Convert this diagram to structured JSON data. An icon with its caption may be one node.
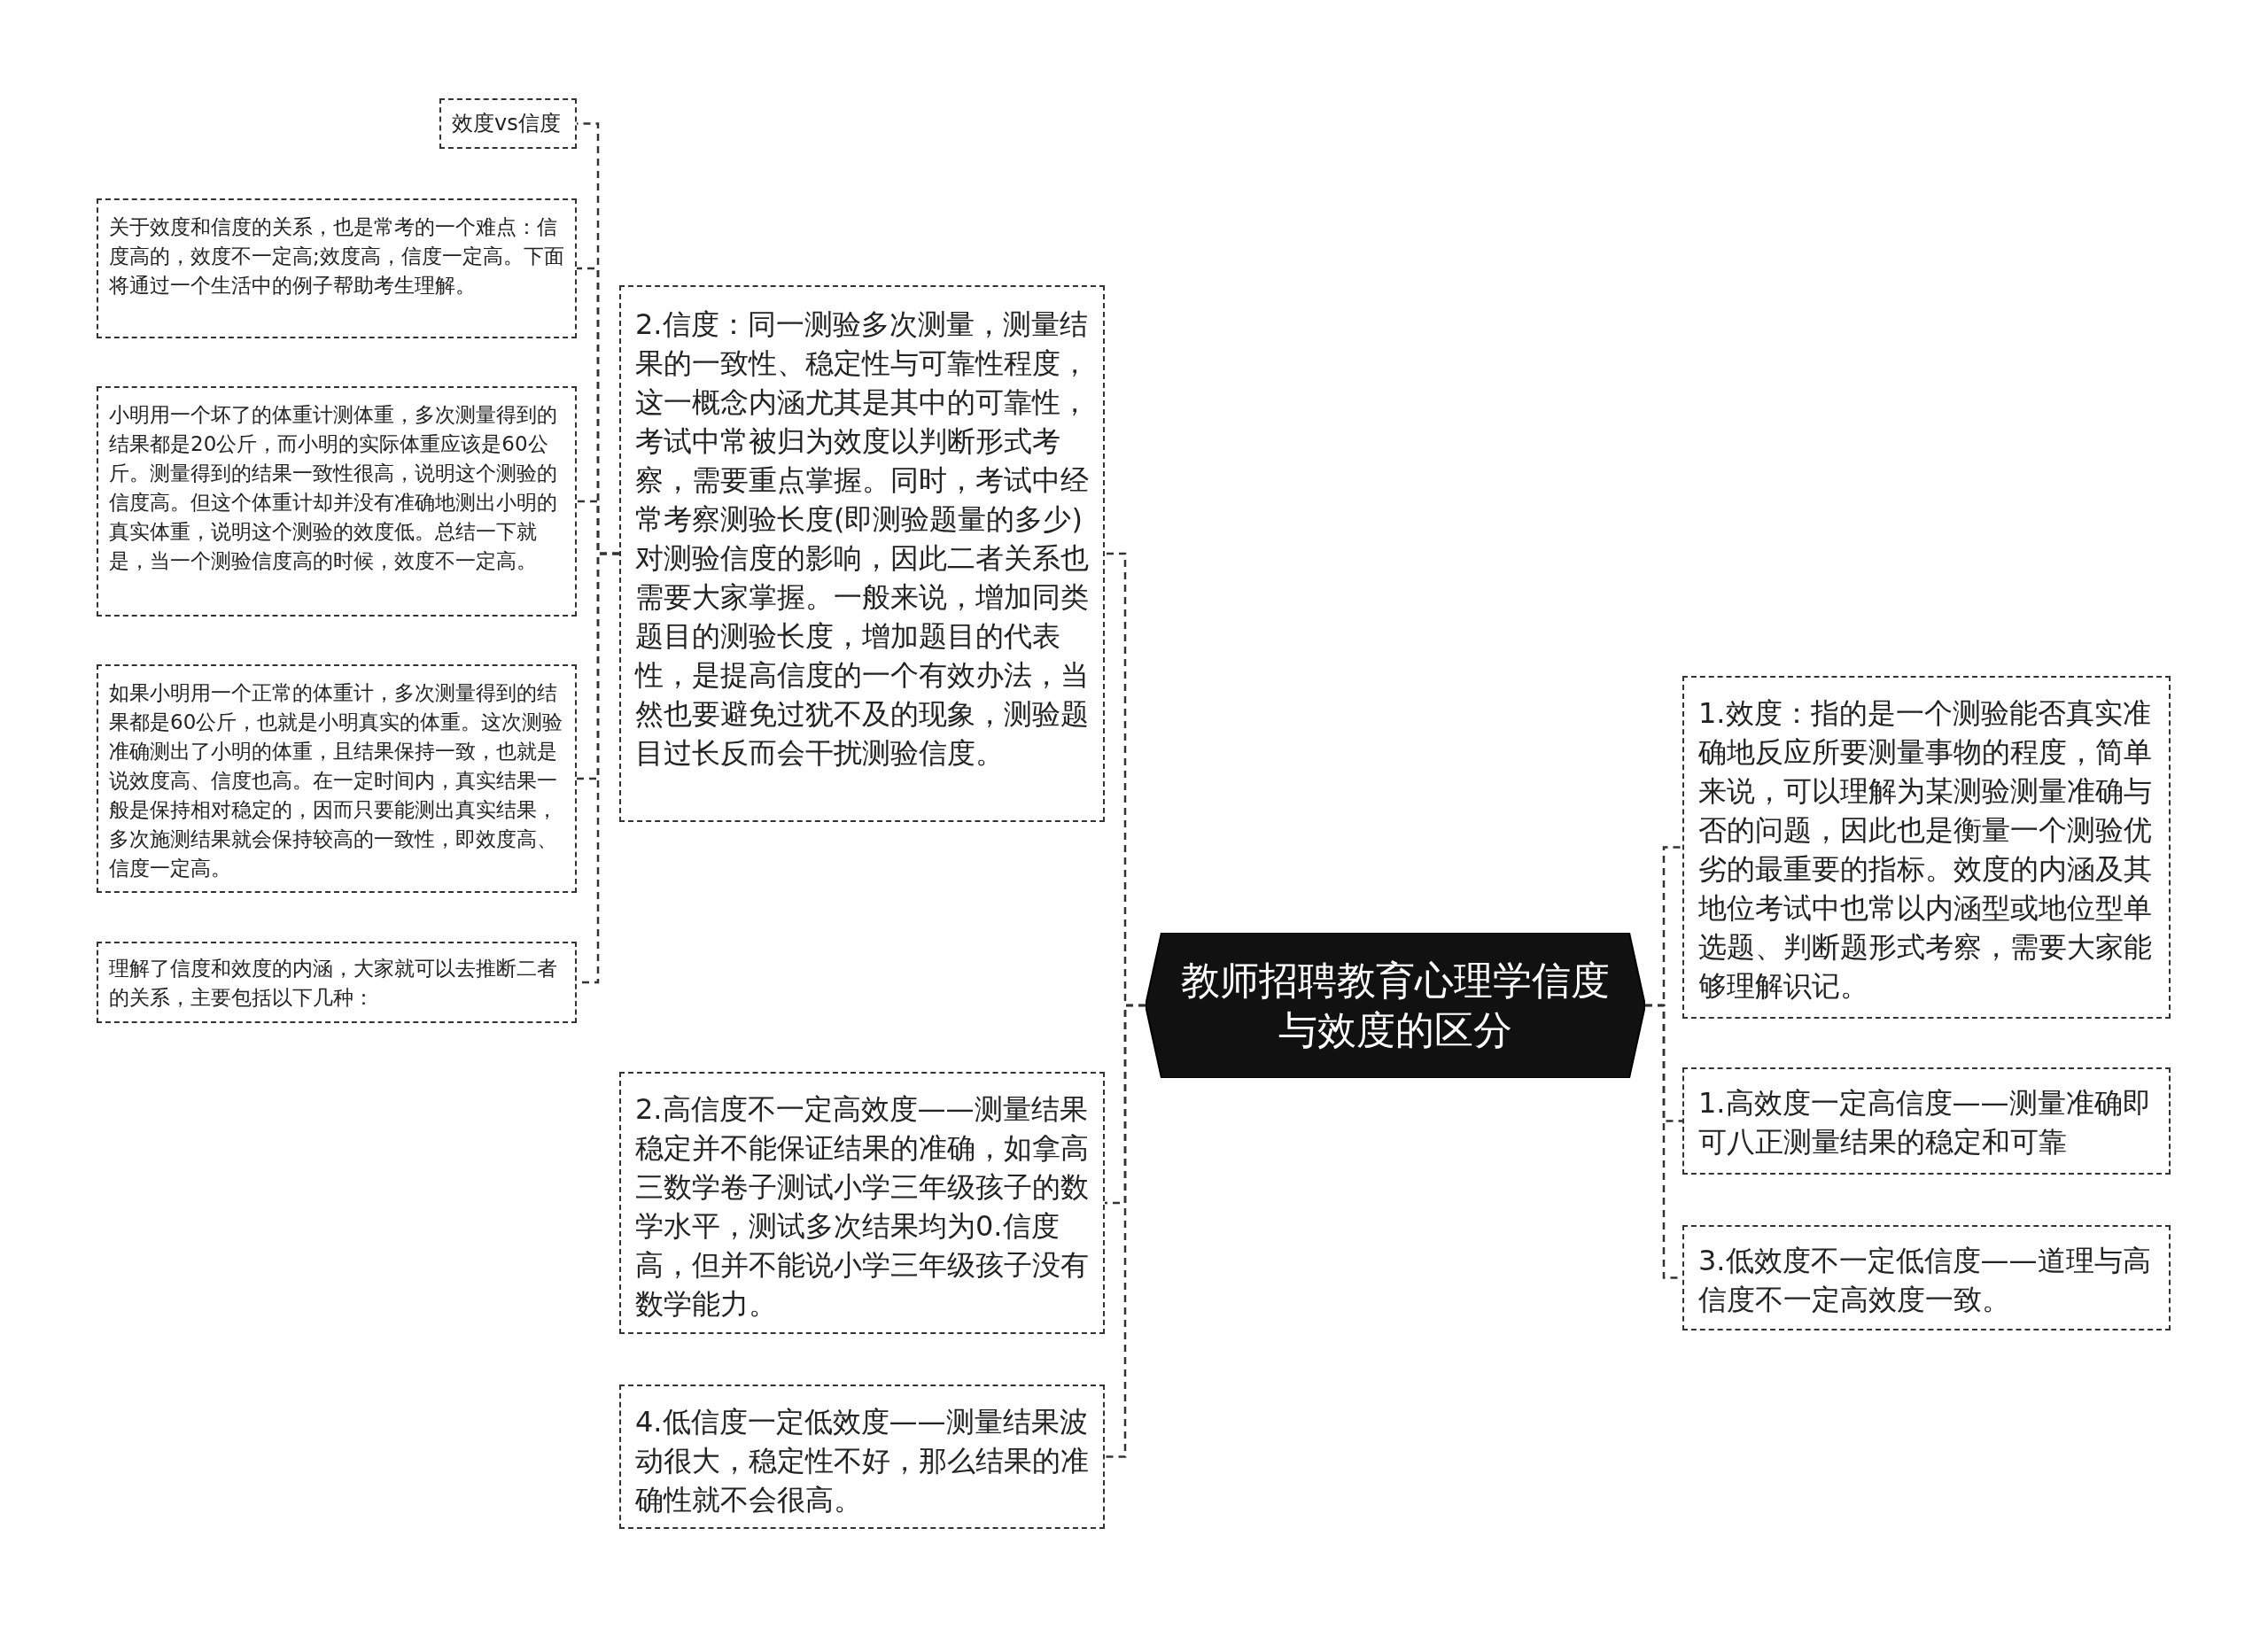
{
  "diagram": {
    "nodes": [
      {
        "text": [
          "教师招聘教育心理学信度与效度的区分"
        ]
      },
      {
        "text": [
          "2.信度：同一测验多次测量，测量结果的一致性、稳定性与可靠性程度，这一概念内涵尤其是其中的可靠性，考试中常被归为效度以判断形式考察，需要重点掌握。同时，考试中经常考察测验长度(即测验题量的多少)对测验信度的影响，因此二者关系也需要大家掌握。一般来说，增加同类题目的测验长度，增加题目的代表性，是提高信度的一个有效办法，当然也要避免过犹不及的现象，测验题目过长反而会干扰测验信度。"
        ]
      },
      {
        "text": [
          "效度vs信度"
        ]
      },
      {
        "text": [
          "关于效度和信度的关系，也是常考的一个难点：信度高的，效度不一定高;效度高，信度一定高。下面将通过一个生活中的例子帮助考生理解。"
        ]
      },
      {
        "text": [
          "小明用一个坏了的体重计测体重，多次测量得到的结果都是20公斤，而小明的实际体重应该是60公斤。测量得到的结果一致性很高，说明这个测验的信度高。但这个体重计却并没有准确地测出小明的真实体重，说明这个测验的效度低。总结一下就是，当一个测验信度高的时候，效度不一定高。"
        ]
      },
      {
        "text": [
          "如果小明用一个正常的体重计，多次测量得到的结果都是60公斤，也就是小明真实的体重。这次测验准确测出了小明的体重，且结果保持一致，也就是说效度高、信度也高。在一定时间内，真实结果一般是保持相对稳定的，因而只要能测出真实结果，多次施测结果就会保持较高的一致性，即效度高、信度一定高。"
        ]
      },
      {
        "text": [
          "理解了信度和效度的内涵，大家就可以去推断二者的关系，主要包括以下几种："
        ]
      },
      {
        "text": [
          "2.高信度不一定高效度——测量结果稳定并不能保证结果的准确，如拿高三数学卷子测试小学三年级孩子的数学水平，测试多次结果均为0.信度高，但并不能说小学三年级孩子没有数学能力。"
        ]
      },
      {
        "text": [
          "4.低信度一定低效度——测量结果波动很大，稳定性不好，那么结果的准确性就不会很高。"
        ]
      },
      {
        "text": [
          "1.效度：指的是一个测验能否真实准确地反应所要测量事物的程度，简单来说，可以理解为某测验测量准确与否的问题，因此也是衡量一个测验优劣的最重要的指标。效度的内涵及其地位考试中也常以内涵型或地位型单选题、判断题形式考察，需要大家能够理解识记。"
        ]
      },
      {
        "text": [
          "1.高效度一定高信度——测量准确即可八正测量结果的稳定和可靠"
        ]
      },
      {
        "text": [
          "3.低效度不一定低信度——道理与高信度不一定高效度一致。"
        ]
      }
    ],
    "edges": [
      {
        "from": 0,
        "to": 1,
        "arrow": "none"
      },
      {
        "from": 1,
        "to": 2,
        "arrow": "none"
      },
      {
        "from": 1,
        "to": 3,
        "arrow": "none"
      },
      {
        "from": 1,
        "to": 4,
        "arrow": "none"
      },
      {
        "from": 1,
        "to": 5,
        "arrow": "none"
      },
      {
        "from": 1,
        "to": 6,
        "arrow": "none"
      },
      {
        "from": 0,
        "to": 7,
        "arrow": "none"
      },
      {
        "from": 0,
        "to": 8,
        "arrow": "none"
      },
      {
        "from": 0,
        "to": 9,
        "arrow": "none"
      },
      {
        "from": 0,
        "to": 10,
        "arrow": "none"
      },
      {
        "from": 0,
        "to": 11,
        "arrow": "none"
      }
    ]
  }
}
